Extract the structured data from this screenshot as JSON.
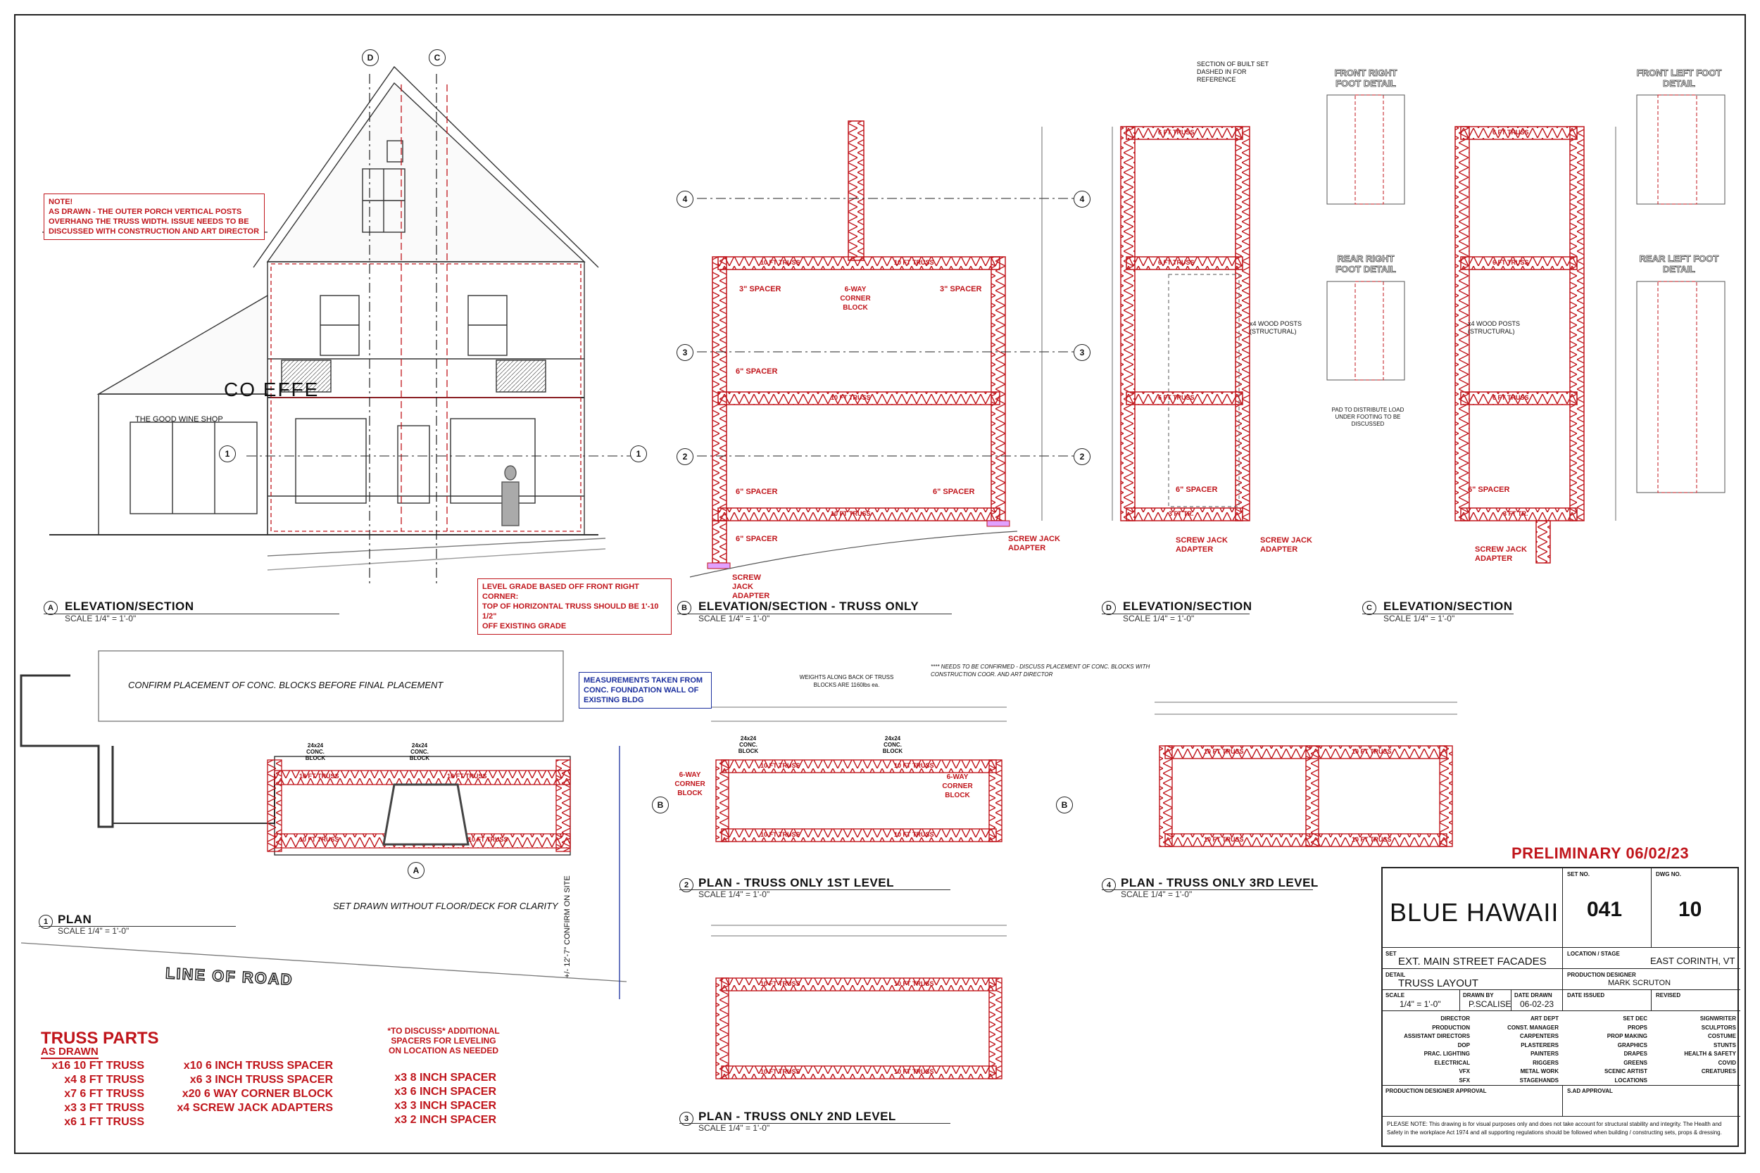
{
  "project": "BLUE HAWAII",
  "preliminary": "PRELIMINARY 06/02/23",
  "title_block": {
    "set_no_label": "SET NO.",
    "set_no": "041",
    "dwg_no_label": "DWG NO.",
    "dwg_no": "10",
    "set_label": "SET",
    "set_value": "EXT. MAIN STREET FACADES",
    "location_label": "LOCATION / STAGE",
    "location_value": "EAST CORINTH, VT",
    "detail_label": "DETAIL",
    "detail_value": "TRUSS LAYOUT",
    "pd_label": "PRODUCTION DESIGNER",
    "pd_value": "MARK SCRUTON",
    "scale_label": "SCALE",
    "scale_value": "1/4\" = 1'-0\"",
    "drawn_by_label": "DRAWN BY",
    "drawn_by": "P.SCALISE",
    "date_drawn_label": "DATE DRAWN",
    "date_drawn": "06-02-23",
    "date_issued_label": "DATE ISSUED",
    "revised_label": "REVISED",
    "departments": {
      "col1": [
        "DIRECTOR",
        "PRODUCTION",
        "ASSISTANT DIRECTORS",
        "DOP",
        "PRAC. LIGHTING",
        "ELECTRICAL",
        "VFX",
        "SFX"
      ],
      "col2": [
        "ART DEPT",
        "CONST. MANAGER",
        "CARPENTERS",
        "PLASTERERS",
        "PAINTERS",
        "RIGGERS",
        "METAL WORK",
        "STAGEHANDS"
      ],
      "col3": [
        "SET DEC",
        "PROPS",
        "PROP MAKING",
        "GRAPHICS",
        "DRAPES",
        "GREENS",
        "SCENIC ARTIST",
        "LOCATIONS"
      ],
      "col4": [
        "SIGNWRITER",
        "SCULPTORS",
        "COSTUME",
        "STUNTS",
        "HEALTH & SAFETY",
        "COVID",
        "CREATURES"
      ]
    },
    "pd_approval": "PRODUCTION DESIGNER APPROVAL",
    "sad_approval": "S.AD APPROVAL",
    "disclaimer": "PLEASE NOTE: This drawing is for visual purposes only and does not take account for structural stability and integrity. The Health and Safety in the workplace Act 1974 and all supporting regulations should be followed when building / constructing sets, props & dressing."
  },
  "views": {
    "a_title": "ELEVATION/SECTION",
    "b_title": "ELEVATION/SECTION - TRUSS ONLY",
    "d_title": "ELEVATION/SECTION",
    "c_title": "ELEVATION/SECTION",
    "plan1_title": "PLAN",
    "plan2_title": "PLAN - TRUSS ONLY 1ST LEVEL",
    "plan3_title": "PLAN - TRUSS ONLY 2ND LEVEL",
    "plan4_title": "PLAN - TRUSS ONLY 3RD LEVEL",
    "scale": "SCALE 1/4\" = 1'-0\""
  },
  "notes": {
    "note_top": "NOTE!\nAS DRAWN - THE OUTER PORCH VERTICAL POSTS OVERHANG THE TRUSS WIDTH. ISSUE NEEDS TO BE DISCUSSED WITH CONSTRUCTION AND ART DIRECTOR",
    "level_grade": "LEVEL GRADE BASED OFF FRONT RIGHT CORNER:\nTOP OF HORIZONTAL TRUSS SHOULD BE 1'-10 1/2\"\nOFF EXISTING GRADE",
    "measurements": "MEASUREMENTS TAKEN FROM CONC. FOUNDATION WALL OF EXISTING BLDG",
    "confirm_blocks": "CONFIRM  PLACEMENT OF CONC. BLOCKS BEFORE FINAL PLACEMENT",
    "set_drawn": "SET DRAWN WITHOUT FLOOR/DECK FOR CLARITY",
    "line_of_road": "LINE OF ROAD",
    "section_built_set": "SECTION OF BUILT SET DASHED IN FOR REFERENCE",
    "needs_confirm": "**** NEEDS TO BE CONFIRMED - DISCUSS PLACEMENT OF CONC. BLOCKS WITH CONSTRUCTION COOR. AND ART DIRECTOR",
    "weights": "WEIGHTS ALONG BACK OF TRUSS BLOCKS ARE 1160lbs ea.",
    "wood_posts": "x4 WOOD POSTS (STRUCTURAL)",
    "pad_note": "PAD TO DISTRIBUTE LOAD UNDER FOOTING TO BE DISCUSSED",
    "confirm_on_site": "+/- 12'-7\" CONFIRM ON SITE",
    "coffee": "CO  EFFE",
    "wine_shop": "THE GOOD WINE SHOP"
  },
  "details": {
    "front_right": "FRONT RIGHT FOOT DETAIL",
    "front_left": "FRONT LEFT FOOT DETAIL",
    "rear_right": "REAR RIGHT FOOT DETAIL",
    "rear_left": "REAR LEFT FOOT DETAIL"
  },
  "truss_labels": {
    "t10": "10 FT TRUSS",
    "t8": "8 FT TRUSS",
    "t6": "6 FT TRUSS",
    "t3": "3 FT TR.",
    "corner": "6-WAY CORNER BLOCK",
    "spacer6": "6\" SPACER",
    "spacer3": "3\" SPACER",
    "screwjack": "SCREW JACK ADAPTER",
    "conc": "24x24 CONC. BLOCK"
  },
  "parts": {
    "title": "TRUSS PARTS",
    "subtitle": "AS DRAWN",
    "col1": [
      "x16 10 FT TRUSS",
      "x4 8 FT TRUSS",
      "x7 6 FT TRUSS",
      "x3 3 FT TRUSS",
      "x6 1 FT TRUSS"
    ],
    "col2": [
      "x10 6 INCH TRUSS SPACER",
      "x6 3 INCH TRUSS SPACER",
      "x20 6 WAY CORNER BLOCK",
      "x4 SCREW JACK ADAPTERS"
    ],
    "discuss_title": "*TO DISCUSS* ADDITIONAL SPACERS FOR LEVELING ON LOCATION AS NEEDED",
    "col3": [
      "x3 8 INCH SPACER",
      "x3 6 INCH SPACER",
      "x3 3 INCH SPACER",
      "x3 2 INCH SPACER"
    ]
  }
}
